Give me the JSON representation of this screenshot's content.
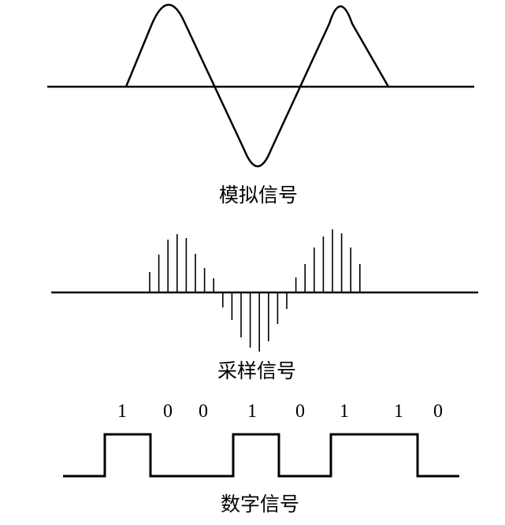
{
  "panels": {
    "analog": {
      "caption": "模拟信号"
    },
    "sampled": {
      "caption": "采样信号",
      "sample_levels": [
        0.26,
        0.48,
        0.67,
        0.74,
        0.69,
        0.49,
        0.31,
        0.18,
        -0.19,
        -0.35,
        -0.57,
        -0.7,
        -0.75,
        -0.62,
        -0.4,
        -0.21,
        0.19,
        0.36,
        0.57,
        0.71,
        0.8,
        0.75,
        0.57,
        0.36
      ]
    },
    "digital": {
      "caption": "数字信号",
      "bits": [
        "1",
        "0",
        "0",
        "1",
        "0",
        "1",
        "1",
        "0"
      ]
    }
  },
  "colors": {
    "stroke": "#000000",
    "background": "#ffffff"
  }
}
